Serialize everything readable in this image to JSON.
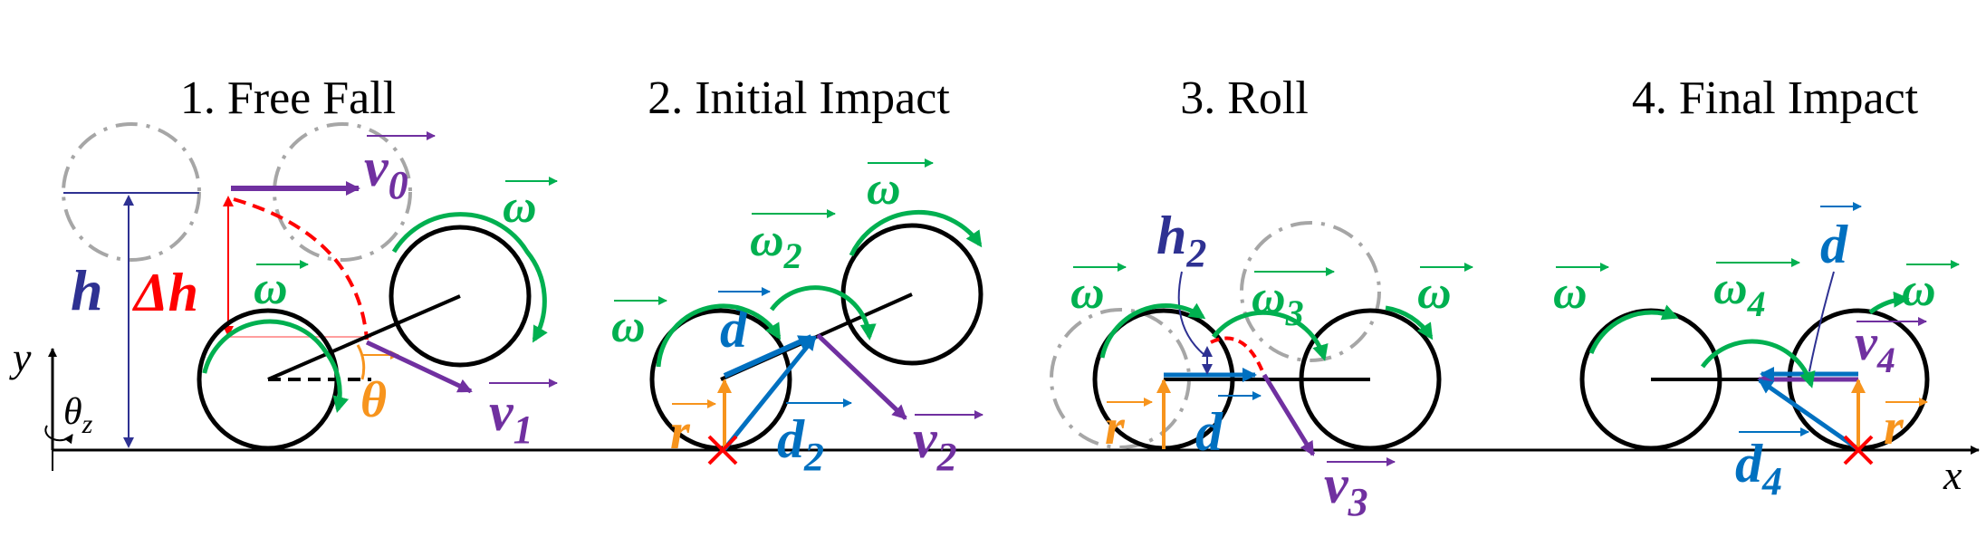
{
  "stages": [
    {
      "title": "1. Free Fall"
    },
    {
      "title": "2. Initial Impact"
    },
    {
      "title": "3. Roll"
    },
    {
      "title": "4. Final Impact"
    }
  ],
  "axes": {
    "x": "x",
    "y": "y",
    "theta_base": "θ",
    "theta_sub": "z"
  },
  "labels": {
    "h": "h",
    "delta_h": "Δh",
    "omega": "ω",
    "theta": "θ",
    "v": "v",
    "d": "d",
    "r": "r",
    "sub0": "0",
    "sub1": "1",
    "sub2": "2",
    "sub3": "3",
    "sub4": "4"
  },
  "colors": {
    "green": "#00b050",
    "purple": "#7030a0",
    "blue": "#0070c0",
    "navy": "#2e3192",
    "orange": "#f7941d",
    "red": "#ff0000",
    "gray": "#a6a6a6",
    "black": "#000000"
  }
}
